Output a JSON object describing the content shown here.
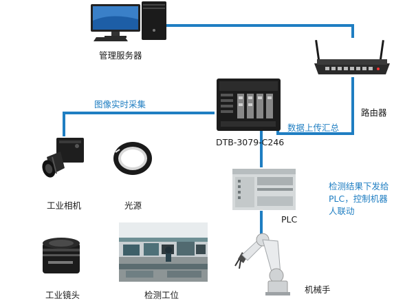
{
  "labels": {
    "server": "管理服务器",
    "router": "路由器",
    "image_capture": "图像实时采集",
    "ipc": "DTB-3079-C246",
    "data_upload": "数据上传汇总",
    "camera": "工业相机",
    "light": "光源",
    "lens": "工业镜头",
    "station": "检测工位",
    "plc": "PLC",
    "robot": "机械手",
    "result_lines": [
      "检测结果下发给",
      "PLC，控制机器",
      "人联动"
    ]
  },
  "colors": {
    "line": "#1f7ec2",
    "annotation": "#1f7ec2",
    "device_dark": "#1c1c1c"
  },
  "icons": {
    "server": "desktop-computer-icon",
    "router": "router-icon",
    "ipc": "industrial-pc-icon",
    "camera": "industrial-camera-icon",
    "light": "ring-light-icon",
    "lens": "camera-lens-icon",
    "station": "factory-floor-photo",
    "plc": "plc-module-icon",
    "robot": "robot-arm-icon"
  }
}
